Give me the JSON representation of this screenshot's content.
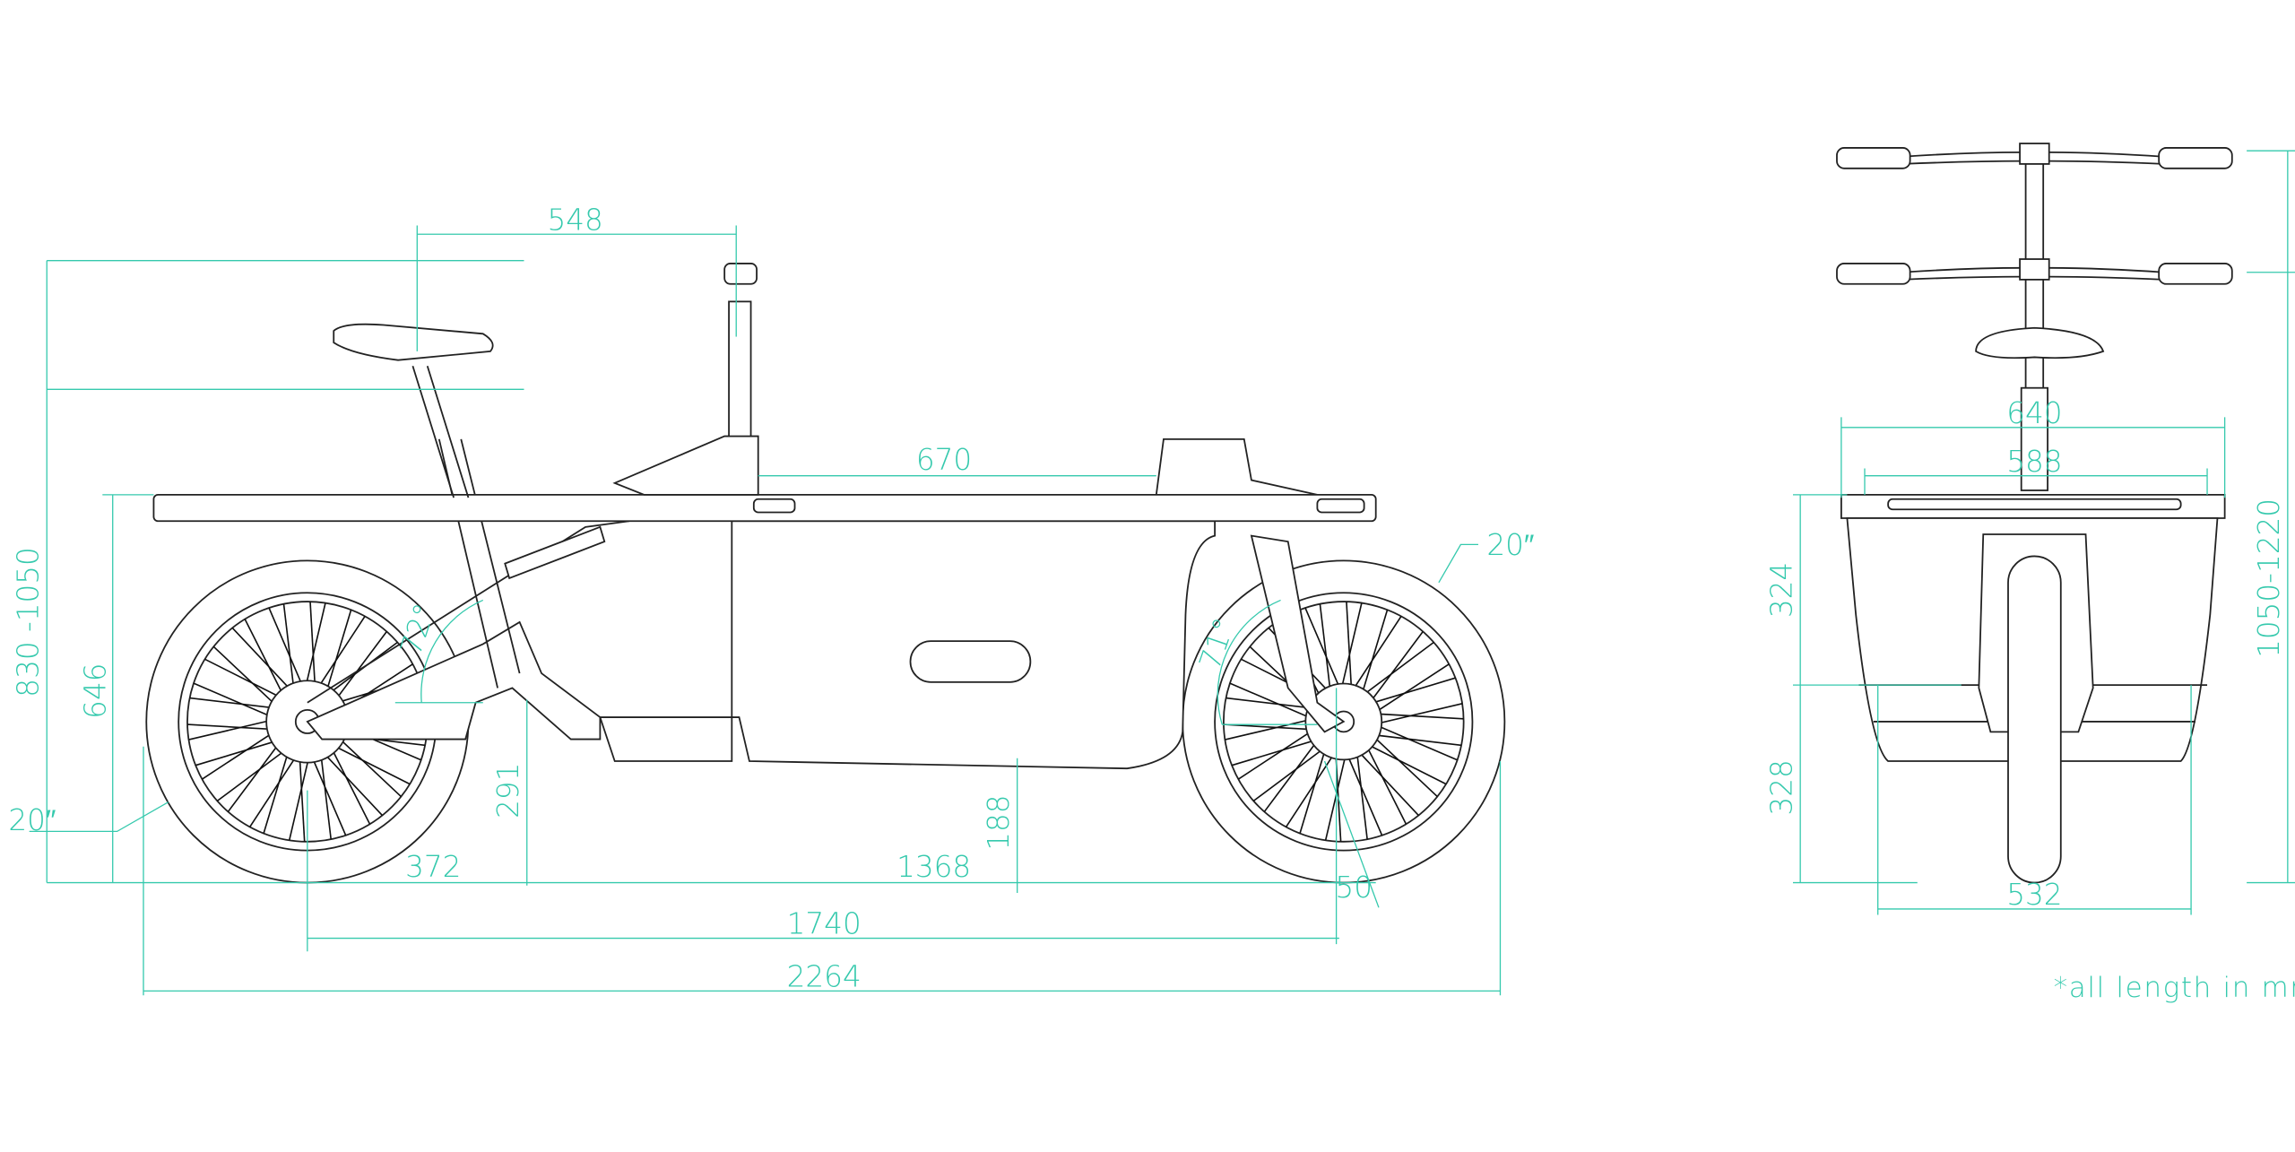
{
  "colors": {
    "dimension": "#35c9ad",
    "line": "#222222"
  },
  "side_view": {
    "saddle_to_stem": "548",
    "saddle_height": "830 -1050",
    "platform_height": "646",
    "rear_wheel_size": "20″",
    "front_wheel_size": "20″",
    "rear_axle_to_bb": "372",
    "bb_height": "291",
    "bb_to_front_axle": "1368",
    "ground_clearance": "188",
    "trail": "50",
    "wheelbase": "1740",
    "total_length": "2264",
    "cargo_length": "670",
    "seat_angle": "72°",
    "head_angle": "71°"
  },
  "front_view": {
    "platform_width": "640",
    "inner_width": "588",
    "box_upper_height": "324",
    "box_lower_height": "328",
    "box_bottom_width": "532",
    "handlebar_height": "1050-1220"
  },
  "note": "*all length in mm"
}
